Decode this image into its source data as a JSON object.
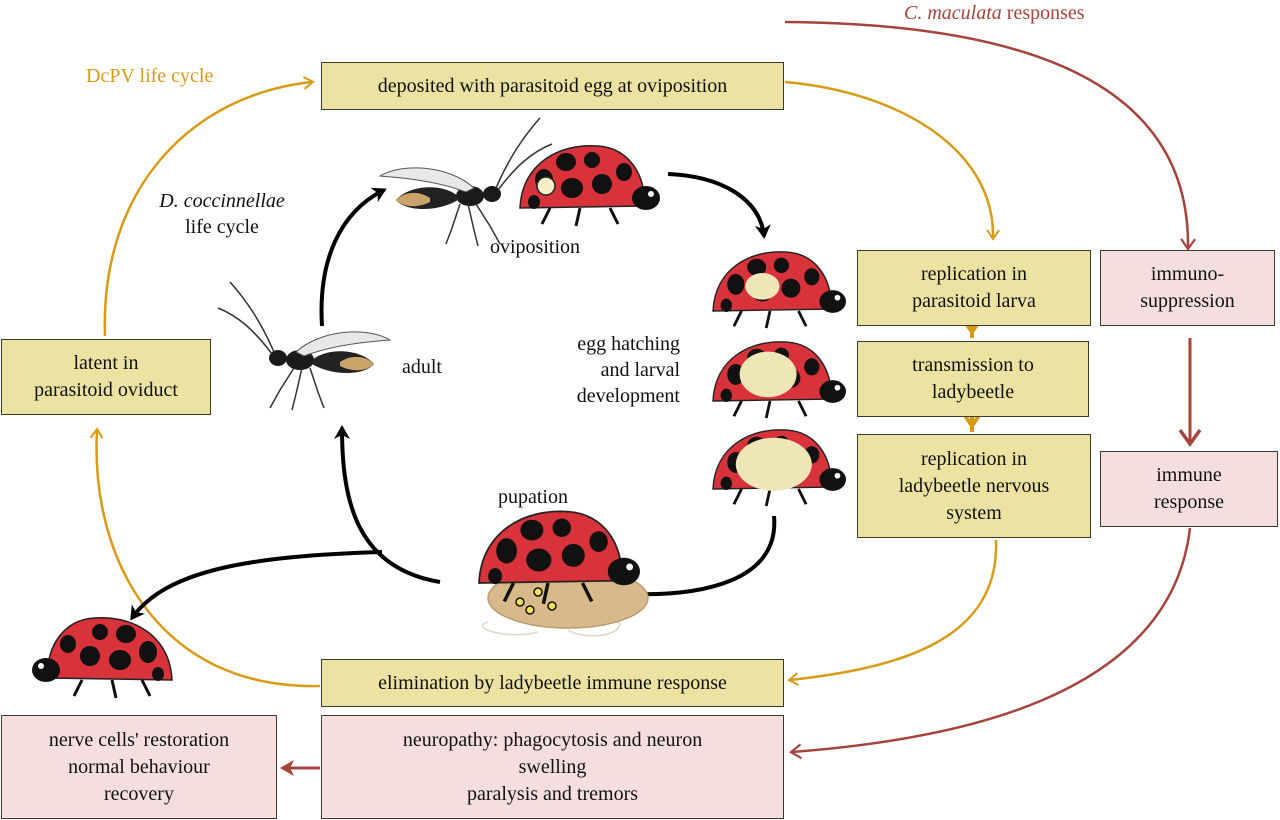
{
  "colors": {
    "virus": "#d79b17",
    "host": "#a5443c",
    "cycle": "#000000",
    "yellow_box": "#ece3a3",
    "pink_box": "#f6dede",
    "beetle_red": "#d8323a"
  },
  "headings": {
    "virus_cycle": "DcPV life cycle",
    "host_responses_italic": "C. maculata",
    "host_responses_rest": " responses",
    "wasp_cycle_italic": "D. coccinnellae",
    "wasp_cycle_rest": "life cycle"
  },
  "stages": {
    "oviposition": "oviposition",
    "adult": "adult",
    "egg_hatching": "egg hatching\nand larval\ndevelopment",
    "pupation": "pupation"
  },
  "boxes": {
    "deposited": "deposited  with parasitoid egg at oviposition",
    "replication_larva": "replication in\nparasitoid larva",
    "transmission": "transmission to\nladybeetle",
    "replication_nervous": "replication in\nladybeetle nervous\nsystem",
    "elimination": "elimination  by ladybeetle  immune response",
    "latent": "latent in\nparasitoid oviduct",
    "immunosuppression": "immuno-\nsuppression",
    "immune_response": "immune\nresponse",
    "neuropathy": "neuropathy:  phagocytosis  and neuron\nswelling\nparalysis and tremors",
    "restoration": "nerve cells' restoration\nnormal behaviour\nrecovery"
  }
}
